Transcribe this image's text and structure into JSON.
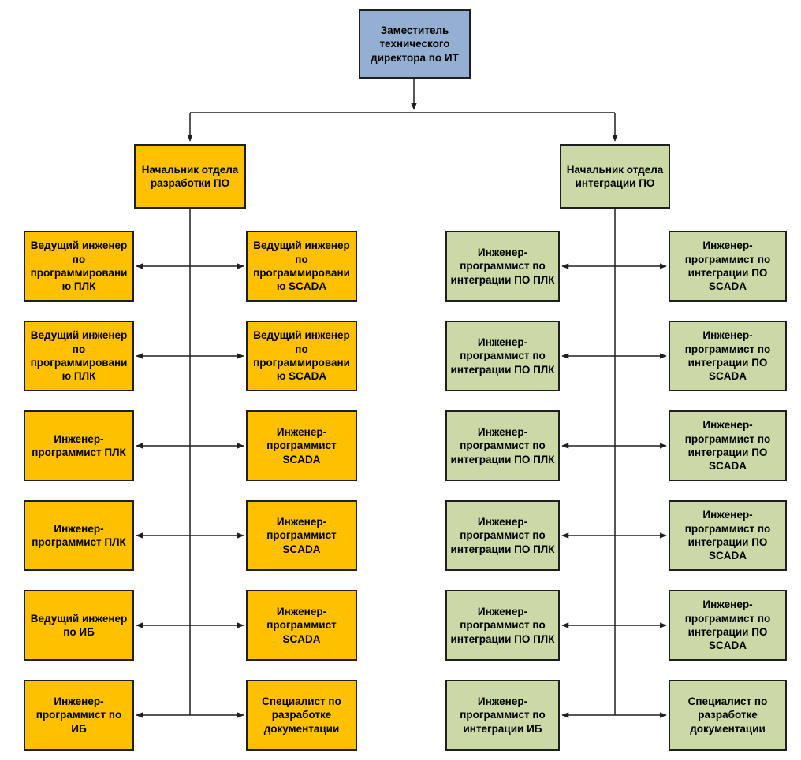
{
  "root": {
    "label": "Заместитель технического директора по ИТ"
  },
  "departments": [
    {
      "id": "development",
      "head_label": "Начальник отдела разработки ПО",
      "box_color": "#FFC000",
      "rows": [
        {
          "left": "Ведущий инженер по программированию ПЛК",
          "right": "Ведущий инженер по программированию SCADA"
        },
        {
          "left": "Ведущий инженер по программированию ПЛК",
          "right": "Ведущий инженер по программированию SCADA"
        },
        {
          "left": "Инженер-программист ПЛК",
          "right": "Инженер-программист SCADA"
        },
        {
          "left": "Инженер-программист ПЛК",
          "right": "Инженер-программист SCADA"
        },
        {
          "left": "Ведущий инженер по ИБ",
          "right": "Инженер-программист SCADA"
        },
        {
          "left": "Инженер-программист по ИБ",
          "right": "Специалист по разработке документации"
        }
      ]
    },
    {
      "id": "integration",
      "head_label": "Начальник отдела интеграции ПО",
      "box_color": "#CBD9A6",
      "rows": [
        {
          "left": "Инженер-программист по интеграции ПО ПЛК",
          "right": "Инженер-программист по интеграции ПО SCADA"
        },
        {
          "left": "Инженер-программист по интеграции ПО ПЛК",
          "right": "Инженер-программист по интеграции ПО SCADA"
        },
        {
          "left": "Инженер-программист по интеграции ПО ПЛК",
          "right": "Инженер-программист по интеграции ПО SCADA"
        },
        {
          "left": "Инженер-программист по интеграции ПО ПЛК",
          "right": "Инженер-программист по интеграции ПО SCADA"
        },
        {
          "left": "Инженер-программист по интеграции ПО ПЛК",
          "right": "Инженер-программист по интеграции ПО SCADA"
        },
        {
          "left": "Инженер-программист по интеграции ИБ",
          "right": "Специалист по разработке документации"
        }
      ]
    }
  ],
  "colors": {
    "root_fill": "#94AFD1",
    "development_fill": "#FFC000",
    "integration_fill": "#CBD9A6",
    "border": "#1F1F1F",
    "connector_line": "#1F1F1F",
    "background": "#FFFFFF"
  }
}
